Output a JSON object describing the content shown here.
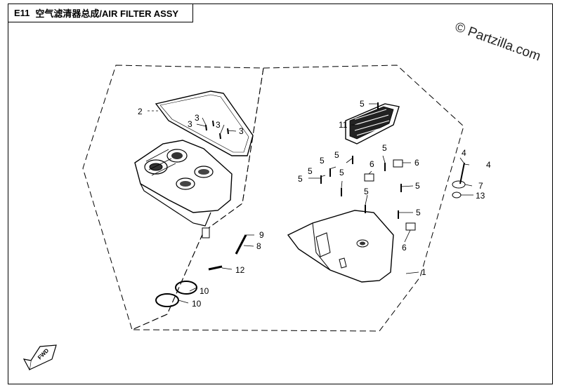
{
  "header": {
    "code": "E11",
    "title": "空气滤清器总成/AIR FILTER ASSY"
  },
  "watermark": "© Partzilla.com",
  "fwd_label": "FWD",
  "callouts": [
    {
      "id": "c-2",
      "label": "2"
    },
    {
      "id": "c-3a",
      "label": "3"
    },
    {
      "id": "c-3b",
      "label": "3"
    },
    {
      "id": "c-3c",
      "label": "3"
    },
    {
      "id": "c-3d",
      "label": "3"
    },
    {
      "id": "c-11",
      "label": "11"
    },
    {
      "id": "c-5a",
      "label": "5"
    },
    {
      "id": "c-5b",
      "label": "5"
    },
    {
      "id": "c-5c",
      "label": "5"
    },
    {
      "id": "c-5d",
      "label": "5"
    },
    {
      "id": "c-5e",
      "label": "5"
    },
    {
      "id": "c-5f",
      "label": "5"
    },
    {
      "id": "c-5g",
      "label": "5"
    },
    {
      "id": "c-5h",
      "label": "5"
    },
    {
      "id": "c-5i",
      "label": "5"
    },
    {
      "id": "c-5j",
      "label": "5"
    },
    {
      "id": "c-6a",
      "label": "6"
    },
    {
      "id": "c-6b",
      "label": "6"
    },
    {
      "id": "c-6c",
      "label": "6"
    },
    {
      "id": "c-4a",
      "label": "4"
    },
    {
      "id": "c-4b",
      "label": "4"
    },
    {
      "id": "c-7",
      "label": "7"
    },
    {
      "id": "c-13",
      "label": "13"
    },
    {
      "id": "c-1",
      "label": "1"
    },
    {
      "id": "c-9",
      "label": "9"
    },
    {
      "id": "c-8",
      "label": "8"
    },
    {
      "id": "c-12",
      "label": "12"
    },
    {
      "id": "c-10a",
      "label": "10"
    },
    {
      "id": "c-10b",
      "label": "10"
    }
  ]
}
